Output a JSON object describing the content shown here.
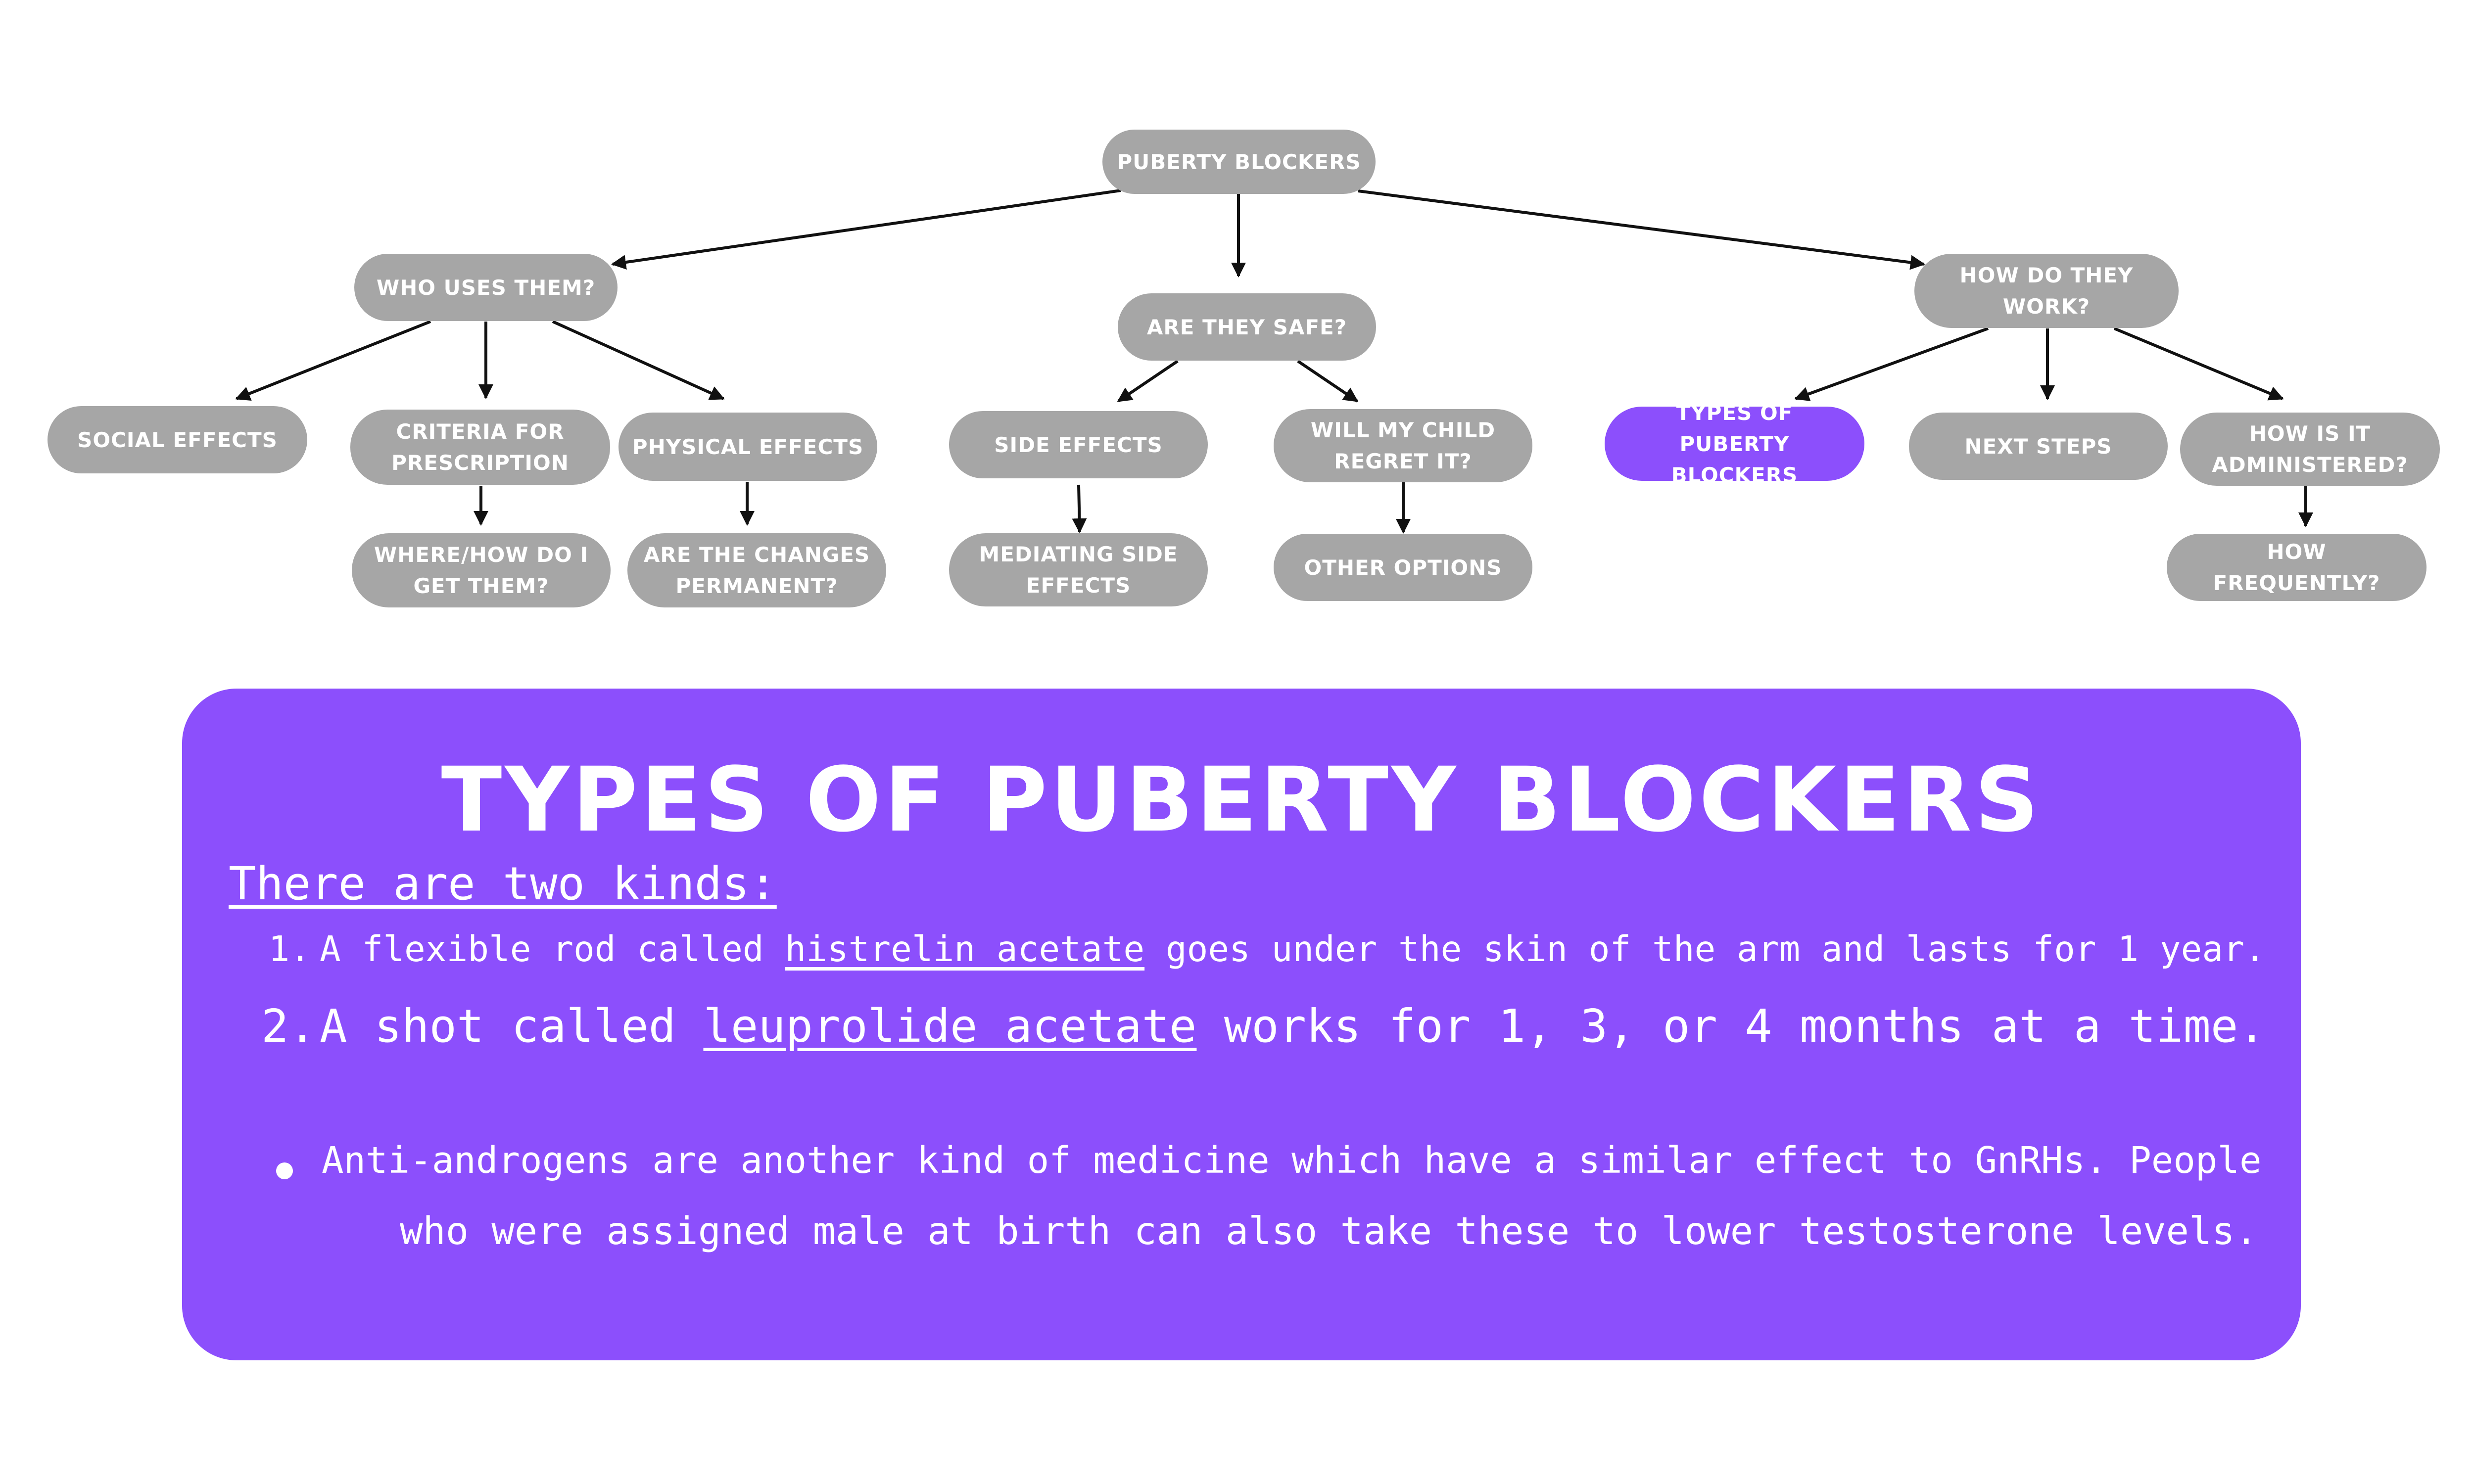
{
  "diagram": {
    "nodes": {
      "root": "PUBERTY BLOCKERS",
      "who_uses_them": "WHO USES THEM?",
      "are_they_safe": "ARE THEY SAFE?",
      "how_do_they_work": "HOW DO THEY WORK?",
      "social_effects": "SOCIAL EFFECTS",
      "criteria_for_prescription": "CRITERIA FOR PRESCRIPTION",
      "physical_effects": "PHYSICAL EFFECTS",
      "side_effects": "SIDE EFFECTS",
      "will_my_child_regret_it": "WILL MY CHILD REGRET IT?",
      "types_of_puberty_blockers": "TYPES OF PUBERTY BLOCKERS",
      "next_steps": "NEXT STEPS",
      "how_is_it_administered": "HOW IS IT ADMINISTERED?",
      "where_how_do_i_get_them": "WHERE/HOW DO I GET THEM?",
      "are_the_changes_permanent": "ARE THE CHANGES PERMANENT?",
      "mediating_side_effects": "MEDIATING SIDE EFFECTS",
      "other_options": "OTHER OPTIONS",
      "how_frequently": "HOW FREQUENTLY?"
    },
    "active_node": "types_of_puberty_blockers",
    "colors": {
      "node": "#a6a6a6",
      "active": "#8c4ffc",
      "edge": "#111111"
    }
  },
  "panel": {
    "title": "TYPES OF PUBERTY BLOCKERS",
    "intro": "There are two kinds:",
    "item1": {
      "number": "1.",
      "before": "A flexible rod called ",
      "term": "histrelin acetate",
      "after": " goes under the skin of the arm and lasts for 1 year."
    },
    "item2": {
      "number": "2.",
      "before": "A shot called ",
      "term": "leuprolide acetate",
      "after": " works for 1, 3, or 4 months at a time."
    },
    "bullet_line1": "Anti-androgens are another kind of medicine which have a similar effect to GnRHs. People",
    "bullet_line2": "who were assigned male at birth can also take these to lower testosterone levels.",
    "color": "#8c4ffc"
  }
}
